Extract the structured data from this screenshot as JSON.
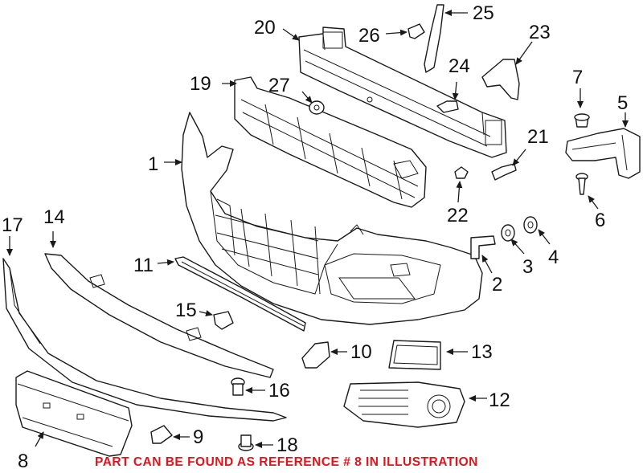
{
  "callouts": [
    {
      "id": "1",
      "label": "1"
    },
    {
      "id": "2",
      "label": "2"
    },
    {
      "id": "3",
      "label": "3"
    },
    {
      "id": "4",
      "label": "4"
    },
    {
      "id": "5",
      "label": "5"
    },
    {
      "id": "6",
      "label": "6"
    },
    {
      "id": "7",
      "label": "7"
    },
    {
      "id": "8",
      "label": "8"
    },
    {
      "id": "9",
      "label": "9"
    },
    {
      "id": "10",
      "label": "10"
    },
    {
      "id": "11",
      "label": "11"
    },
    {
      "id": "12",
      "label": "12"
    },
    {
      "id": "13",
      "label": "13"
    },
    {
      "id": "14",
      "label": "14"
    },
    {
      "id": "15",
      "label": "15"
    },
    {
      "id": "16",
      "label": "16"
    },
    {
      "id": "17",
      "label": "17"
    },
    {
      "id": "18",
      "label": "18"
    },
    {
      "id": "19",
      "label": "19"
    },
    {
      "id": "20",
      "label": "20"
    },
    {
      "id": "21",
      "label": "21"
    },
    {
      "id": "22",
      "label": "22"
    },
    {
      "id": "23",
      "label": "23"
    },
    {
      "id": "24",
      "label": "24"
    },
    {
      "id": "25",
      "label": "25"
    },
    {
      "id": "26",
      "label": "26"
    },
    {
      "id": "27",
      "label": "27"
    }
  ],
  "note": {
    "text": "PART CAN BE FOUND AS REFERENCE # 8 IN ILLUSTRATION",
    "color": "#e0141c"
  },
  "colors": {
    "line": "#1a1a1a",
    "background": "#ffffff"
  }
}
